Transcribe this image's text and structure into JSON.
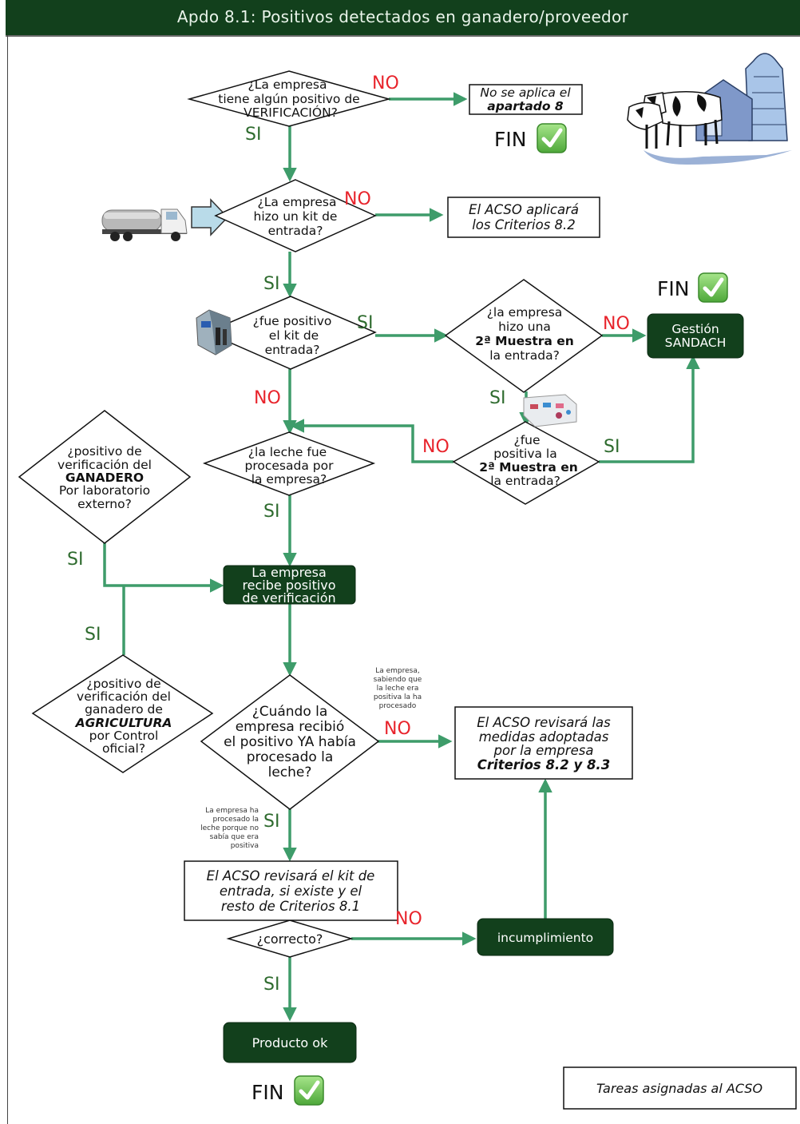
{
  "header": {
    "title": "Apdo 8.1: Positivos detectados en ganadero/proveedor"
  },
  "colors": {
    "header_bg": "#12401c",
    "arrow": "#3e9c6a",
    "dark_box": "#12401c",
    "si": "#2e6b2e",
    "no": "#e8242c"
  },
  "diamonds": {
    "d1": [
      "¿La empresa",
      "tiene algún positivo de",
      "VERIFICACIÓN?"
    ],
    "d2": [
      "¿La empresa",
      "hizo un kit de",
      "entrada?"
    ],
    "d3": [
      "¿fue positivo",
      "el kit de",
      "entrada?"
    ],
    "d4": [
      "¿la empresa",
      "hizo una",
      "2ª Muestra en",
      "la entrada?"
    ],
    "d5": [
      "¿fue",
      "positiva  la",
      "2ª Muestra en",
      "la entrada?"
    ],
    "d6": [
      "¿la leche fue",
      "procesada por",
      "la empresa?"
    ],
    "d7": [
      "¿positivo de",
      "verificación del",
      "GANADERO",
      "Por laboratorio",
      "externo?"
    ],
    "d8": [
      "¿positivo de",
      "verificación  del",
      "ganadero de",
      "AGRICULTURA",
      "por Control",
      "oficial?"
    ],
    "d9": [
      "¿Cuándo la",
      "empresa recibió",
      "el positivo YA había",
      "procesado la",
      "leche?"
    ],
    "d10": "¿correcto?"
  },
  "boxes": {
    "no_aplica": [
      "No se aplica el",
      "apartado 8"
    ],
    "acso_82": [
      "El ACSO aplicará",
      "los Criterios 8.2"
    ],
    "gestion": [
      "Gestión",
      "SANDACH"
    ],
    "recibe": [
      "La empresa",
      "recibe positivo",
      "de verificación"
    ],
    "revisara_medidas": [
      "El ACSO revisará las",
      "medidas adoptadas",
      "por la empresa",
      "Criterios 8.2 y 8.3"
    ],
    "revisara_kit": [
      "El ACSO revisará el kit de",
      "entrada, si existe y el",
      "resto  de Criterios 8.1"
    ],
    "incumplimiento": "incumplimiento",
    "producto": "Producto ok",
    "legend": "Tareas asignadas al ACSO"
  },
  "labels": {
    "si": "SI",
    "no": "NO",
    "fin": "FIN"
  },
  "notes": {
    "no_note": [
      "La empresa,",
      "sabiendo que",
      "la leche era",
      "positiva la ha",
      "procesado"
    ],
    "si_note": [
      "La empresa ha",
      "procesado la",
      "leche porque no",
      "sabía que era",
      "positiva"
    ]
  },
  "images": [
    "truck-image",
    "test-kit-image",
    "sample-kit-image",
    "cows-barn-image"
  ]
}
